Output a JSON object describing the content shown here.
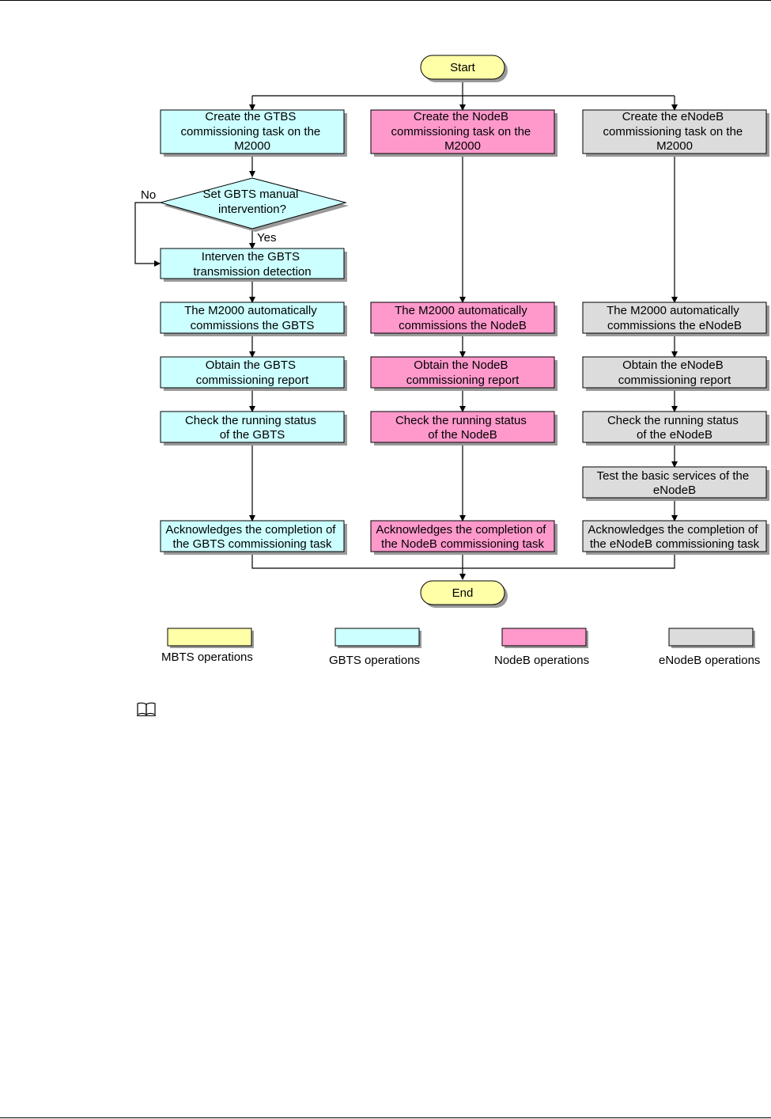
{
  "colors": {
    "mbts": "#ffffa8",
    "gbts": "#ccffff",
    "nodeb": "#ff99cc",
    "enodeb": "#dcdcdc",
    "line": "#000000"
  },
  "flow": {
    "start": "Start",
    "end": "End",
    "gbts": {
      "create": [
        "Create the GTBS",
        "commissioning task on the",
        "M2000"
      ],
      "decision": [
        "Set GBTS manual",
        "intervention?"
      ],
      "no_label": "No",
      "yes_label": "Yes",
      "intervene": [
        "Interven the GBTS",
        "transmission detection"
      ],
      "auto": [
        "The M2000 automatically",
        "commissions the GBTS"
      ],
      "report": [
        "Obtain the GBTS",
        "commissioning report"
      ],
      "status": [
        "Check the running status",
        "of the GBTS"
      ],
      "ack": [
        "Acknowledges the completion of",
        "the GBTS commissioning task"
      ]
    },
    "nodeb": {
      "create": [
        "Create the NodeB",
        "commissioning task on the",
        "M2000"
      ],
      "auto": [
        "The M2000 automatically",
        "commissions the NodeB"
      ],
      "report": [
        "Obtain the NodeB",
        "commissioning report"
      ],
      "status": [
        "Check the running status",
        "of the NodeB"
      ],
      "ack": [
        "Acknowledges the completion of",
        "the NodeB commissioning task"
      ]
    },
    "enodeb": {
      "create": [
        "Create the eNodeB",
        "commissioning task on the",
        "M2000"
      ],
      "auto": [
        "The M2000 automatically",
        "commissions the eNodeB"
      ],
      "report": [
        "Obtain the eNodeB",
        "commissioning report"
      ],
      "status": [
        "Check the running status",
        "of the eNodeB"
      ],
      "test": [
        "Test the basic services of the",
        "eNodeB"
      ],
      "ack": [
        "Acknowledges the completion of",
        "the eNodeB commissioning task"
      ]
    }
  },
  "legend": {
    "mbts": "MBTS operations",
    "gbts": "GBTS operations",
    "nodeb": "NodeB operations",
    "enodeb": "eNodeB operations"
  },
  "note_icon": "book-icon"
}
